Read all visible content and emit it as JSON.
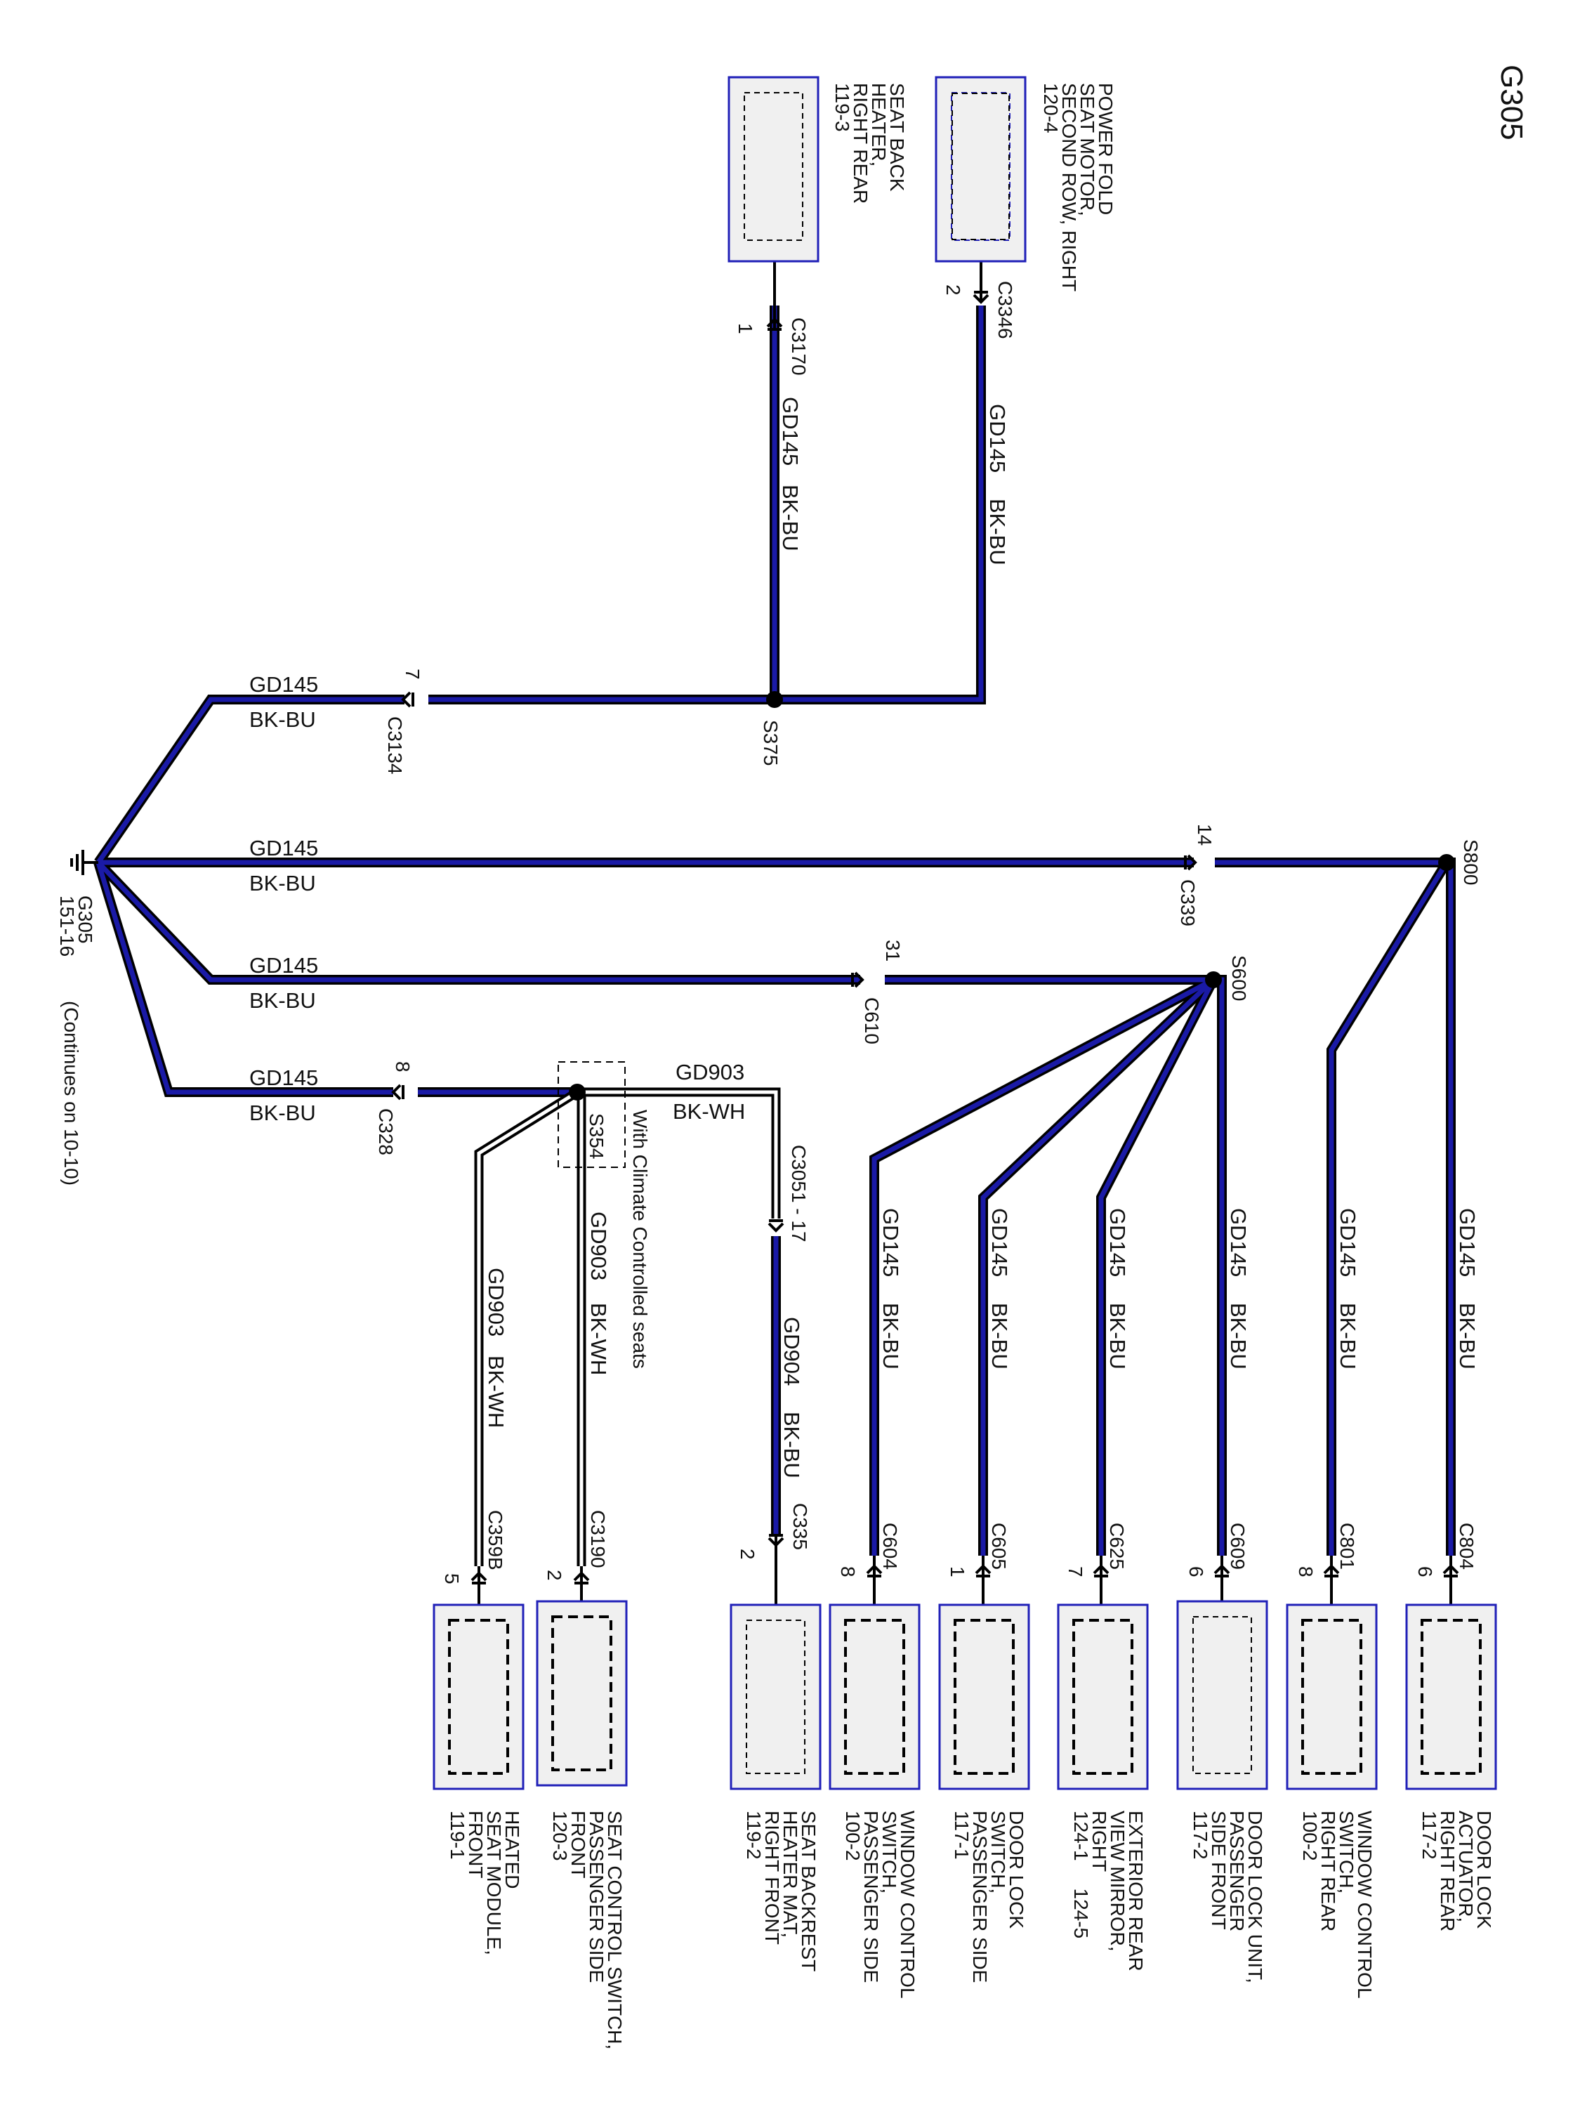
{
  "title": "G305",
  "ground": {
    "name": "G305",
    "ref": "151-16",
    "continues": "(Continues on 10-10)"
  },
  "colors": {
    "wire_bk_bu_outer": "#000000",
    "wire_bk_bu_inner": "#1a1aa6",
    "wire_bk_wh_inner": "#ffffff",
    "component_fill": "#f0f0f0",
    "component_border": "#2020b8"
  },
  "wires": {
    "gd145": "GD145",
    "bk_bu": "BK-BU",
    "gd903": "GD903",
    "bk_wh": "BK-WH",
    "gd904": "GD904"
  },
  "splices": {
    "s375": "S375",
    "s800": "S800",
    "s600": "S600",
    "s354": "S354"
  },
  "connectors": {
    "c3134": {
      "name": "C3134",
      "pin": "7"
    },
    "c339": {
      "name": "C339",
      "pin": "14"
    },
    "c610": {
      "name": "C610",
      "pin": "31"
    },
    "c328": {
      "name": "C328",
      "pin": "8"
    },
    "c3170": {
      "name": "C3170",
      "pin": "1"
    },
    "c3346": {
      "name": "C3346",
      "pin": "2"
    },
    "c3051": {
      "name": "C3051 - 17"
    },
    "c335": {
      "name": "C335",
      "pin": "2"
    },
    "c359b": {
      "name": "C359B",
      "pin": "5"
    },
    "c3190": {
      "name": "C3190",
      "pin": "2"
    },
    "c604": {
      "name": "C604",
      "pin": "8"
    },
    "c605": {
      "name": "C605",
      "pin": "1"
    },
    "c625": {
      "name": "C625",
      "pin": "7"
    },
    "c609": {
      "name": "C609",
      "pin": "6"
    },
    "c801": {
      "name": "C801",
      "pin": "8"
    },
    "c804": {
      "name": "C804",
      "pin": "6"
    }
  },
  "option_note": "With Climate Controlled seats",
  "components": {
    "seat_back_heater": [
      "SEAT BACK",
      "HEATER,",
      "RIGHT REAR",
      "119-3"
    ],
    "power_fold": [
      "POWER FOLD",
      "SEAT MOTOR,",
      "SECOND ROW, RIGHT",
      "120-4"
    ],
    "heated_seat": [
      "HEATED",
      "SEAT MODULE,",
      "FRONT",
      "119-1"
    ],
    "seat_control": [
      "SEAT CONTROL SWITCH,",
      "PASSENGER SIDE",
      "FRONT",
      "120-3"
    ],
    "backrest_mat": [
      "SEAT BACKREST",
      "HEATER MAT,",
      "RIGHT FRONT",
      "119-2"
    ],
    "window_pass": [
      "WINDOW CONTROL",
      "SWITCH,",
      "PASSENGER SIDE",
      "100-2"
    ],
    "door_lock_switch": [
      "DOOR LOCK",
      "SWITCH,",
      "PASSENGER SIDE",
      "117-1"
    ],
    "mirror": [
      "EXTERIOR REAR",
      "VIEW MIRROR,",
      "RIGHT",
      "124-1     124-5"
    ],
    "door_lock_unit": [
      "DOOR LOCK UNIT,",
      "PASSENGER",
      "SIDE FRONT",
      "117-2"
    ],
    "window_rr": [
      "WINDOW CONTROL",
      "SWITCH,",
      "RIGHT REAR",
      "100-2"
    ],
    "door_lock_actuator": [
      "DOOR LOCK",
      "ACTUATOR,",
      "RIGHT REAR",
      "117-2"
    ]
  }
}
